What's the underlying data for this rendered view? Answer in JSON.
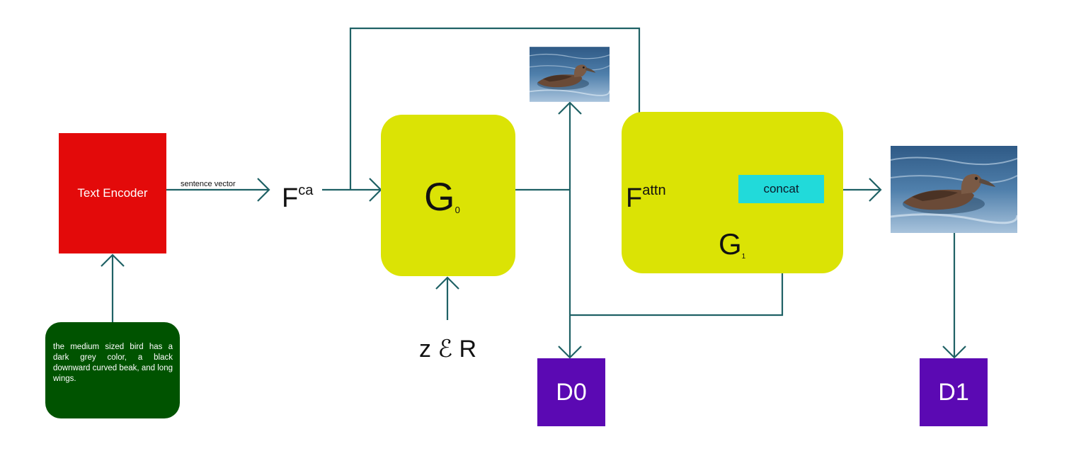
{
  "text_encoder": {
    "label": "Text Encoder"
  },
  "caption": {
    "text": "the medium sized bird has a dark grey color, a black downward curved beak, and long wings."
  },
  "edge_label": "sentence vector",
  "f_ca": {
    "base": "F",
    "sup": "ca"
  },
  "f_attn": {
    "base": "F",
    "sup": "attn"
  },
  "g0": {
    "base": "G",
    "sub": "0"
  },
  "g1": {
    "base": "G",
    "sub": "1"
  },
  "concat": {
    "label": "concat"
  },
  "noise": {
    "label": "z ℰ R"
  },
  "d0": {
    "label": "D0"
  },
  "d1": {
    "label": "D1"
  },
  "colors": {
    "encoder": "#e30a0a",
    "caption_box": "#005300",
    "generator": "#dbe305",
    "concat": "#21dada",
    "discriminator": "#5b09b3",
    "arrow": "#1f6165"
  }
}
